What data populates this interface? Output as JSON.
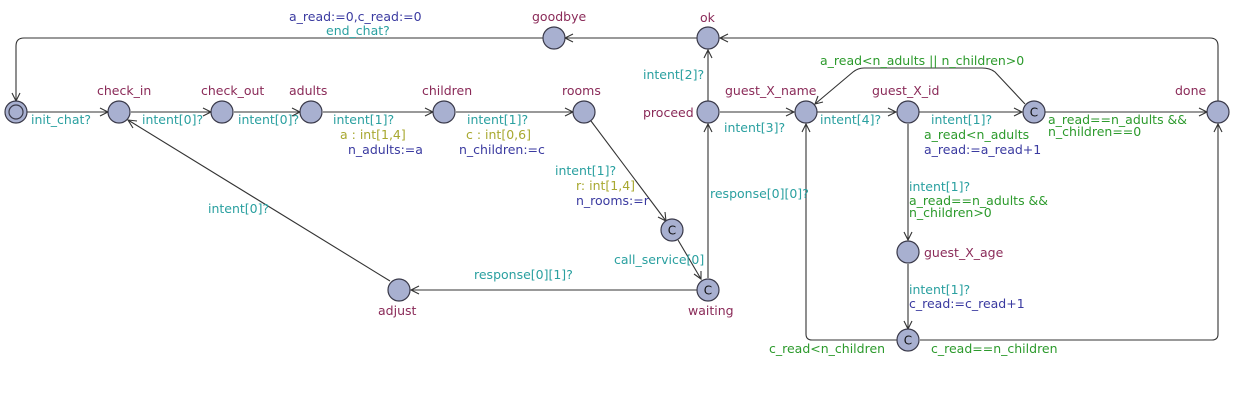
{
  "colors": {
    "location_name": "#8a2a58",
    "sync": "#2aa0a0",
    "guard": "#2c9a2c",
    "select": "#a8a830",
    "update": "#3a3aa0",
    "location_fill": "#a8b0d0"
  },
  "locations": {
    "init": "",
    "check_in": "check_in",
    "check_out": "check_out",
    "adults": "adults",
    "children": "children",
    "rooms": "rooms",
    "proceed": "proceed",
    "ok": "ok",
    "goodbye": "goodbye",
    "guest_X_name": "guest_X_name",
    "guest_X_id": "guest_X_id",
    "done": "done",
    "guest_X_age": "guest_X_age",
    "adjust": "adjust",
    "waiting": "waiting"
  },
  "committed_marker": "C",
  "labels": {
    "goodbye_update": "a_read:=0,c_read:=0",
    "end_chat": "end_chat?",
    "init_chat": "init_chat?",
    "checkin_checkout_sync": "intent[0]?",
    "checkout_adults_sync": "intent[0]?",
    "adults_sync": "intent[1]?",
    "adults_select": "a : int[1,4]",
    "adults_update": "n_adults:=a",
    "children_sync": "intent[1]?",
    "children_select": "c : int[0,6]",
    "children_update": "n_children:=c",
    "rooms_sync": "intent[1]?",
    "rooms_select": "r: int[1,4]",
    "rooms_update": "n_rooms:=r",
    "call_service": "call_service[0]",
    "response_0_0": "response[0][0]?",
    "response_0_1": "response[0][1]?",
    "adjust_sync": "intent[0]?",
    "proceed_ok": "intent[2]?",
    "proceed_name": "intent[3]?",
    "name_id": "intent[4]?",
    "id_c_sync": "intent[1]?",
    "id_c_guard": "a_read<n_adults",
    "id_c_update": "a_read:=a_read+1",
    "c_name_guard": "a_read<n_adults || n_children>0",
    "c_done_guard_1": "a_read==n_adults &&",
    "c_done_guard_2": "n_children==0",
    "id_age_sync": "intent[1]?",
    "id_age_guard_1": "a_read==n_adults &&",
    "id_age_guard_2": "n_children>0",
    "age_sync": "intent[1]?",
    "age_update": "c_read:=c_read+1",
    "c_read_less": "c_read<n_children",
    "c_read_eq": "c_read==n_children"
  }
}
